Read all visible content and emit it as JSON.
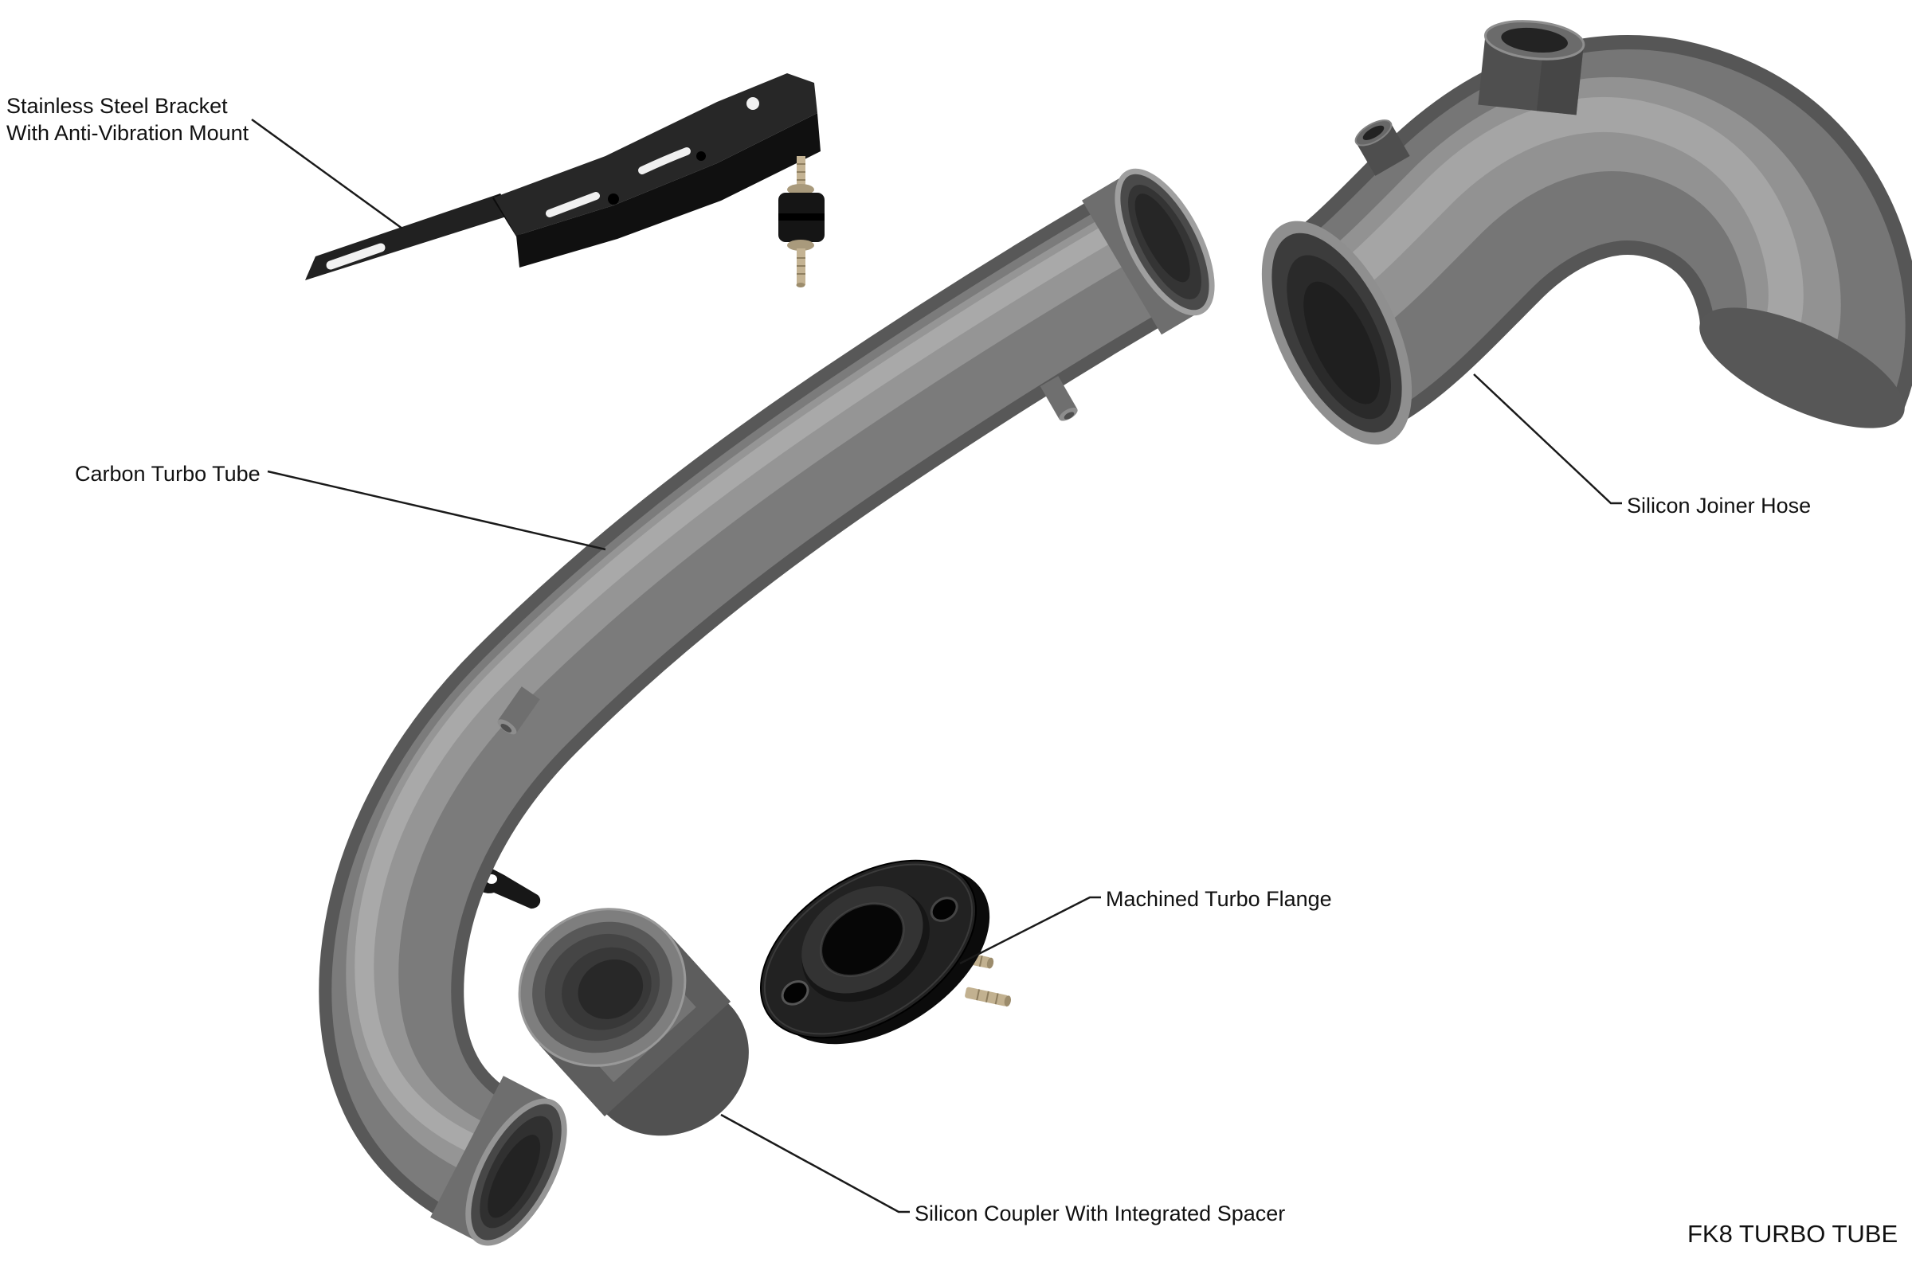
{
  "diagram_title": "FK8 TURBO TUBE",
  "labels": {
    "bracket_line1": "Stainless Steel Bracket",
    "bracket_line2": "With Anti-Vibration Mount",
    "carbon_tube": "Carbon Turbo Tube",
    "joiner_hose": "Silicon Joiner Hose",
    "turbo_flange": "Machined Turbo Flange",
    "coupler": "Silicon Coupler With Integrated Spacer"
  },
  "colors": {
    "background": "#ffffff",
    "leader_line": "#1a1a1a",
    "text": "#111111",
    "tube_gray": "#7b7b7b",
    "part_black": "#1b1b1b",
    "stud_tan": "#c2b190"
  }
}
